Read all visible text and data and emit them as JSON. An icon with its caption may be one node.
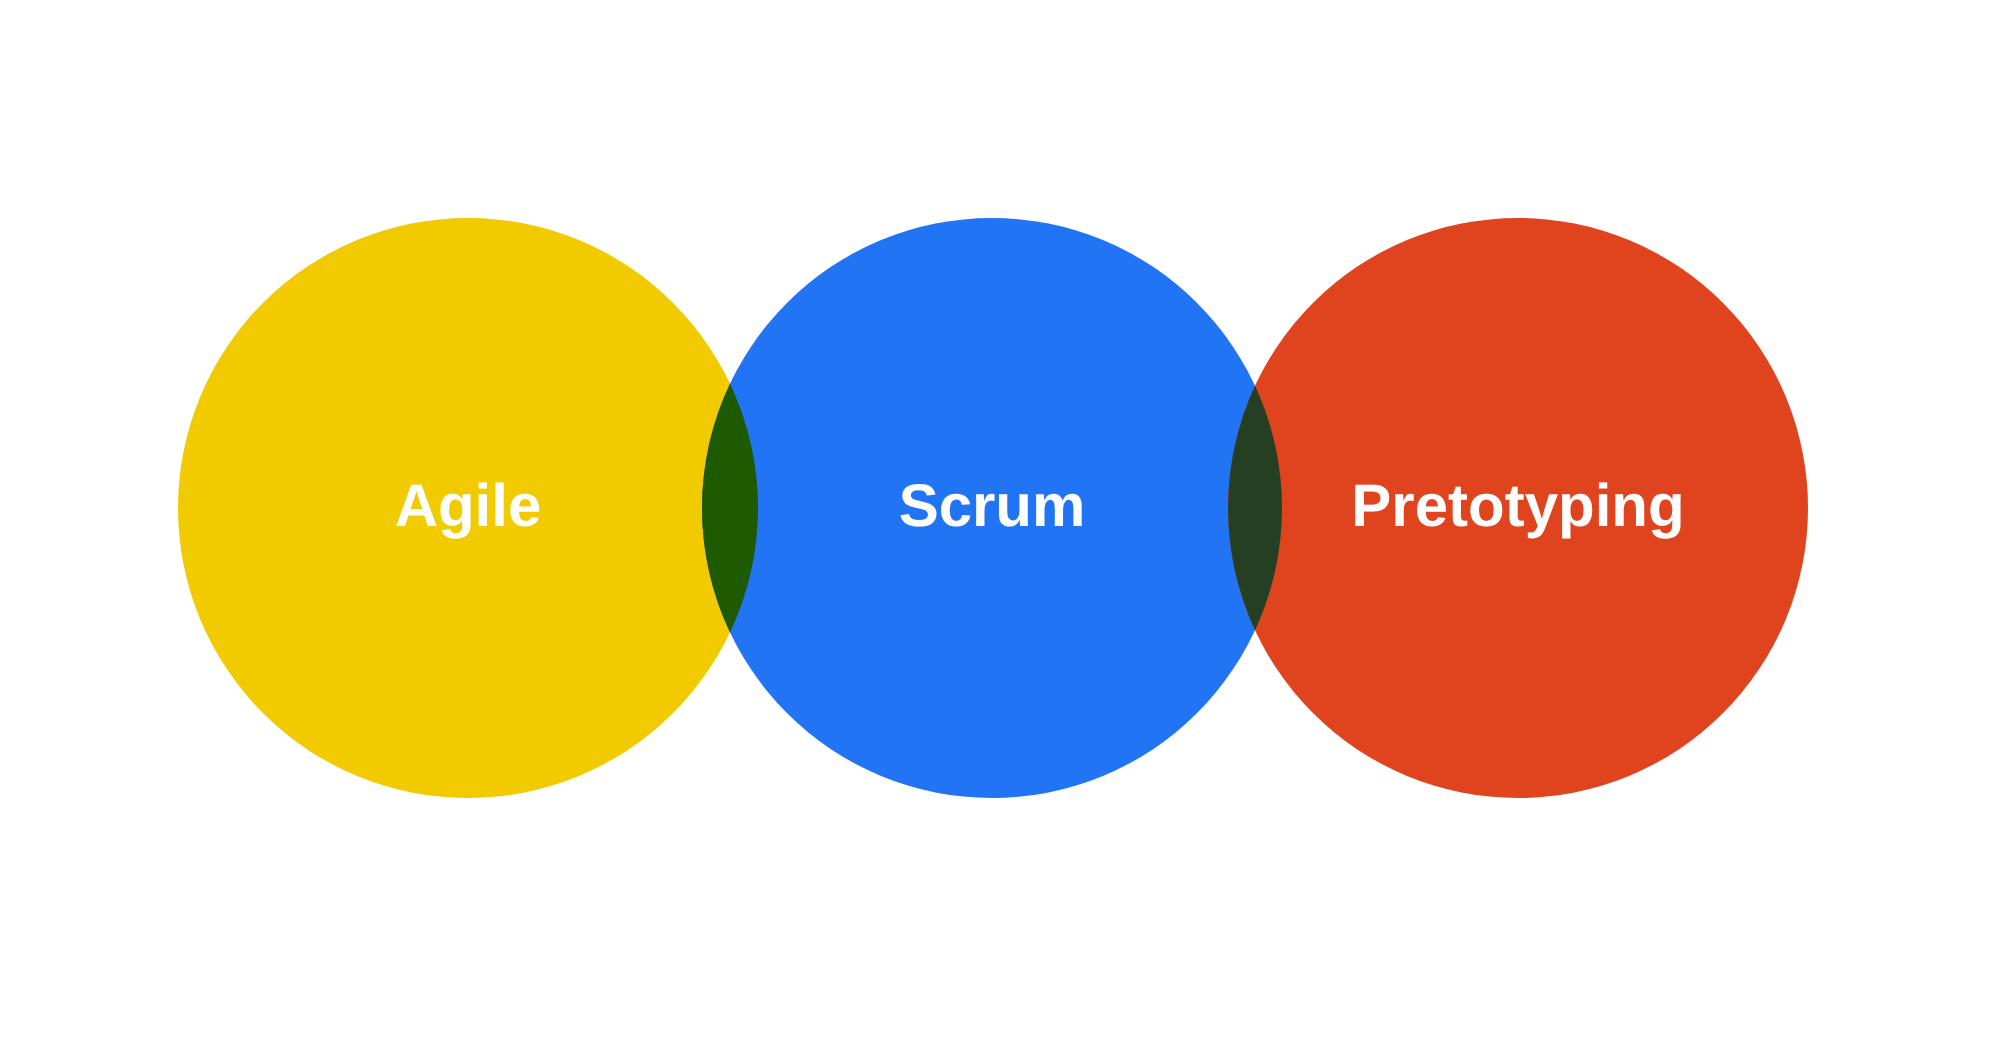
{
  "diagram": {
    "nodes": [
      {
        "text": [
          "Agile"
        ]
      },
      {
        "text": [
          "Scrum"
        ]
      },
      {
        "text": [
          "Pretotyping"
        ]
      }
    ]
  }
}
